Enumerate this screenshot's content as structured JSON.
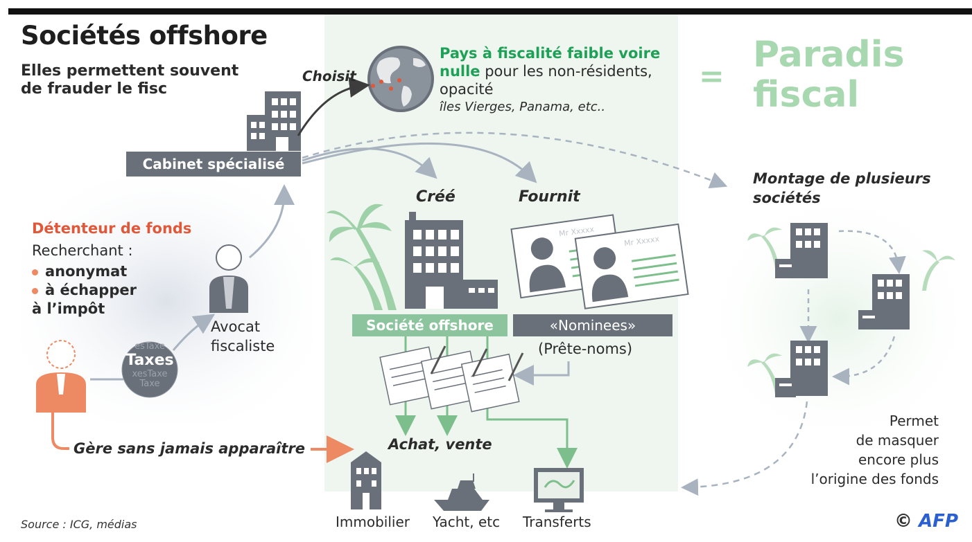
{
  "header": {
    "title": "Sociétés offshore",
    "subtitle_line1": "Elles permettent souvent",
    "subtitle_line2": "de frauder le fisc"
  },
  "choisit": "Choisit",
  "pays": {
    "line1": "Pays à fiscalité faible voire",
    "line2_green": "nulle",
    "line2_rest": " pour les non-résidents,",
    "line3": "opacité",
    "examples": "îles Vierges, Panama, etc.."
  },
  "equals": "=",
  "paradis": {
    "line1": "Paradis",
    "line2": "fiscal"
  },
  "cabinet": "Cabinet spécialisé",
  "cree": "Créé",
  "fournit": "Fournit",
  "montage": {
    "line1": "Montage de plusieurs",
    "line2": "sociétés"
  },
  "detenteur": {
    "title": "Détenteur de fonds",
    "recherchant": "Recherchant :",
    "bullet1": "anonymat",
    "bullet2_line1": "à échapper",
    "bullet2_line2": "à l’impôt"
  },
  "taxes": {
    "big": "Taxes",
    "small1": "esTaxe",
    "small2": "xesTaxe",
    "small3": "Taxe"
  },
  "avocat": {
    "line1": "Avocat",
    "line2": "fiscaliste"
  },
  "societe_offshore": "Société offshore",
  "nominees": "«Nominees»",
  "prete_noms": "(Prête-noms)",
  "id_card_name": "Mr Xxxxx",
  "gere": "Gère sans jamais apparaître",
  "achat": "Achat, vente",
  "assets": {
    "immobilier": "Immobilier",
    "yacht": "Yacht, etc",
    "transferts": "Transferts"
  },
  "permet": {
    "line1": "Permet",
    "line2": "de masquer",
    "line3": "encore plus",
    "line4": "l’origine des fonds"
  },
  "source": "Source : ICG, médias",
  "credit": {
    "copyright": "©",
    "logo": "AFP"
  },
  "colors": {
    "gray": "#6a7079",
    "green": "#8cc49e",
    "green_text": "#1ea156",
    "orange": "#e0583a",
    "paradis": "#a8d8b0"
  }
}
